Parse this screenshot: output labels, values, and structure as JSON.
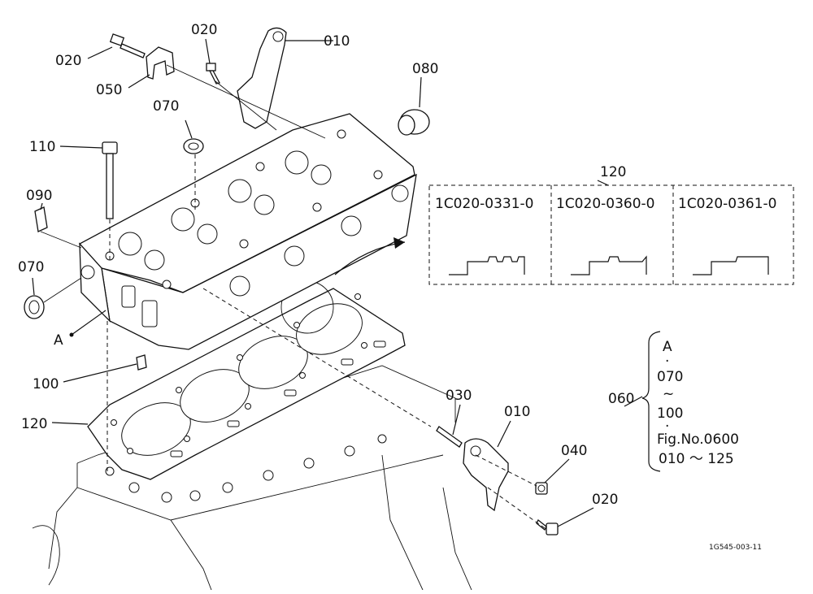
{
  "callouts": {
    "c010_top": "010",
    "c020_top_left": "020",
    "c020_top_mid": "020",
    "c050": "050",
    "c070_top": "070",
    "c080": "080",
    "c110": "110",
    "c090": "090",
    "c070_left": "070",
    "c_a": "A",
    "c100": "100",
    "c120_left": "120",
    "c120_box": "120",
    "c030": "030",
    "c010_bottom": "010",
    "c040": "040",
    "c020_bottom": "020",
    "c060": "060"
  },
  "gasket_variants": [
    {
      "part_no": "1C020-0331-0"
    },
    {
      "part_no": "1C020-0360-0"
    },
    {
      "part_no": "1C020-0361-0"
    }
  ],
  "kit_note": {
    "line1": "A",
    "line2": "·",
    "line3": "070",
    "line4": "~",
    "line5": "100",
    "line6": "·",
    "line7": "Fig.No.0600",
    "line8": "010 ～ 125"
  },
  "figure_ref": "1G545-003-11"
}
